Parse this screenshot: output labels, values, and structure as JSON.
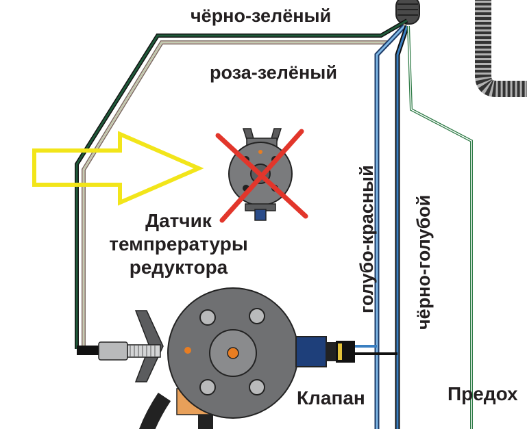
{
  "labels": {
    "wire_black_green": "чёрно-зелёный",
    "wire_pink_green": "роза-зелёный",
    "wire_blue_red": "голубо-красный",
    "wire_black_blue": "чёрно-голубой",
    "sensor_line1": "Датчик",
    "sensor_line2": "темпрературы",
    "sensor_line3": "редуктора",
    "valve": "Клапан",
    "cut_text": "Предох"
  },
  "colors": {
    "arrow_outline": "#f2e51a",
    "cross": "#e2362b",
    "wire_black_green": "#1f5a3a",
    "wire_pink_green": "#d9b7a8",
    "wire_blue": "#3a7fc1",
    "wire_green_thin": "#4fae6a",
    "reducer_body": "#6f7072",
    "bolt": "#b9babb",
    "orange_dot": "#e87d22",
    "connector_blue": "#1e3f7a"
  },
  "icons": {
    "arrow": "hollow-arrow-right-icon",
    "sensor": "temperature-sensor-icon",
    "cross": "cross-out-icon",
    "reducer": "gas-reducer-icon",
    "harness": "corrugated-harness-icon"
  }
}
